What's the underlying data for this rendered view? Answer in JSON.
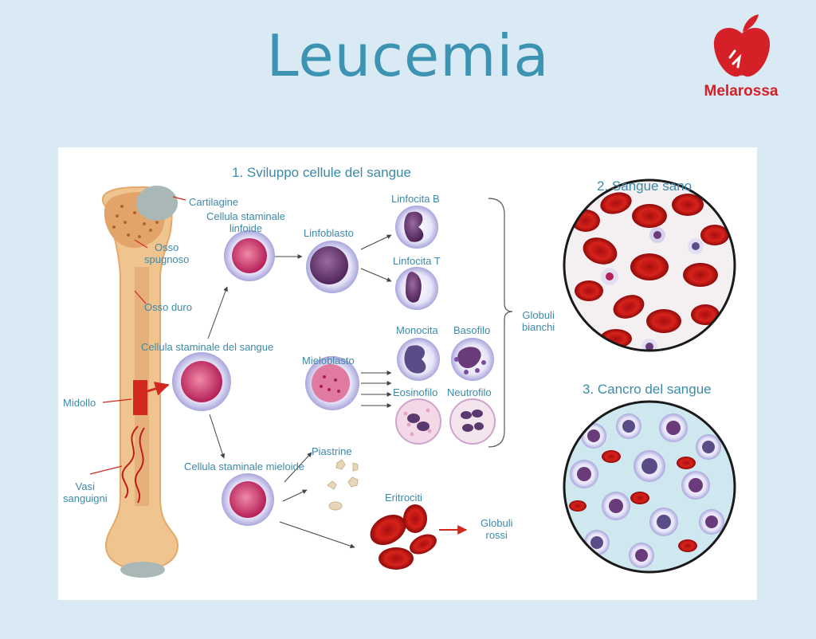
{
  "title": "Leucemia",
  "brand": {
    "name": "Melarossa",
    "logo_icon": "apple-logo-icon"
  },
  "diagram": {
    "section1_title": "1. Sviluppo cellule del sangue",
    "section2_title": "2. Sangue sano",
    "section3_title": "3. Cancro del sangue",
    "bone_labels": {
      "cartilagine": "Cartilagine",
      "osso_spugnoso": "Osso\nspugnoso",
      "osso_duro": "Osso duro",
      "midollo": "Midollo",
      "vasi": "Vasi\nsanguigni"
    },
    "cells": {
      "staminale_sangue": "Cellula staminale del sangue",
      "staminale_linfoide": "Cellula staminale\nlinfoide",
      "staminale_mieloide": "Cellula staminale mieloide",
      "linfoblasto": "Linfoblasto",
      "mieloblasto": "Mieloblasto",
      "linfocita_b": "Linfocita B",
      "linfocita_t": "Linfocita T",
      "monocita": "Monocita",
      "basofilo": "Basofilo",
      "eosinofilo": "Eosinofilo",
      "neutrofilo": "Neutrofilo",
      "piastrine": "Piastrine",
      "eritrociti": "Eritrociti",
      "globuli_bianchi": "Globuli\nbianchi",
      "globuli_rossi": "Globuli\nrossi"
    }
  },
  "colors": {
    "background": "#daeaf5",
    "title": "#3d93b2",
    "label": "#3d8aa8",
    "brand_red": "#d62027",
    "bone": "#f0c48f",
    "marrow_red": "#d1281f",
    "cell_membrane": "#c9c8ec",
    "cell_nucleus": "#c8346a",
    "lymph_nucleus": "#6e3a78"
  }
}
